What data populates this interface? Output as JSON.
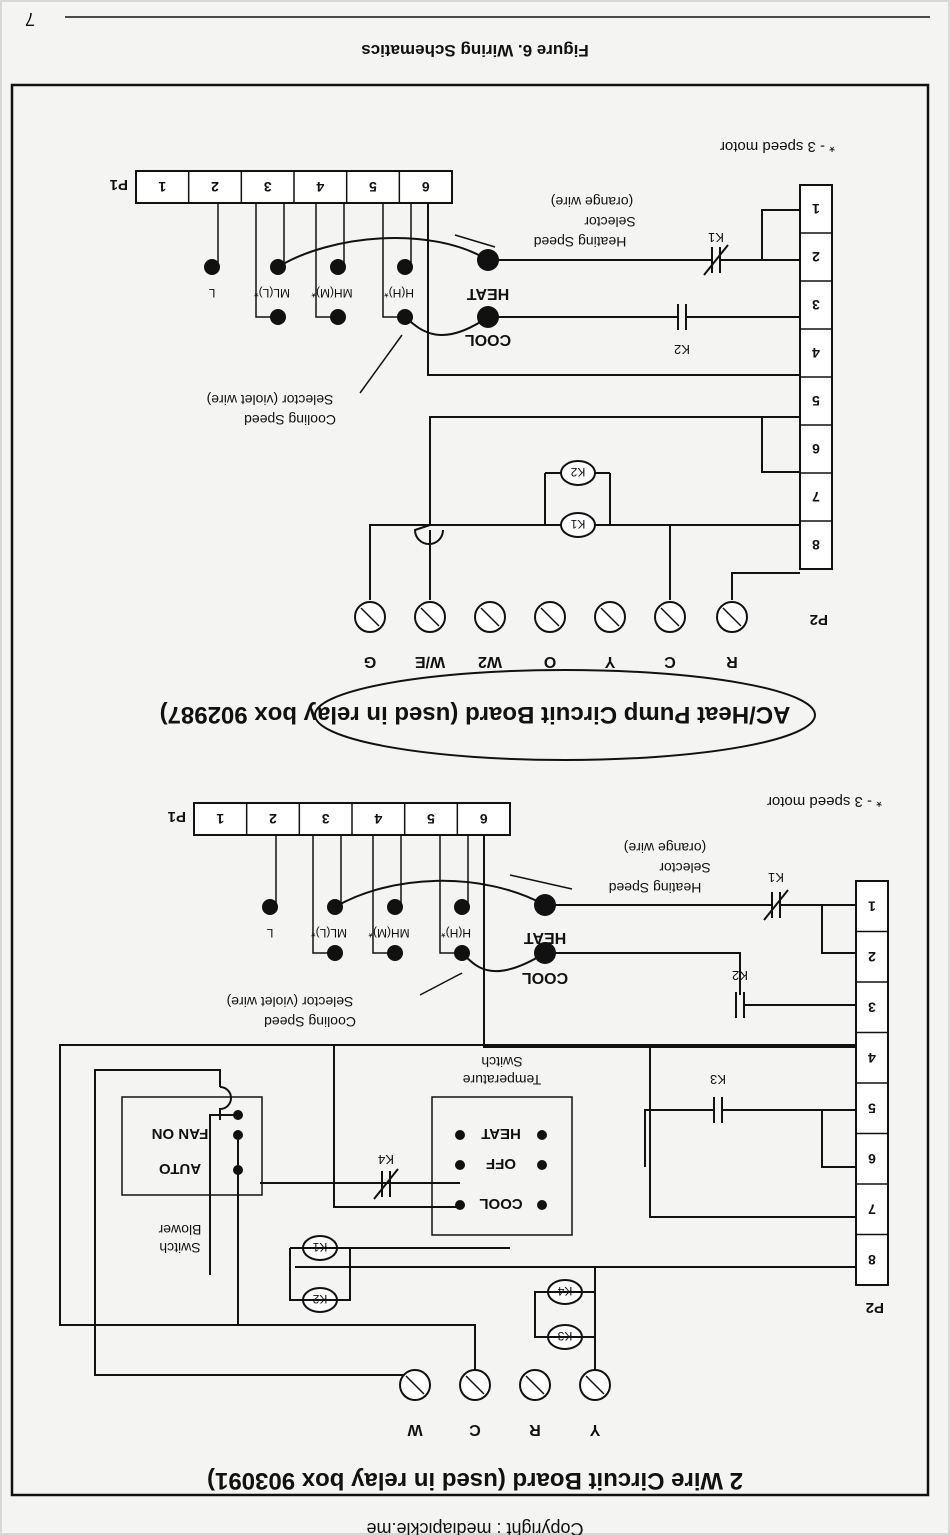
{
  "page_number": "7",
  "figure_caption": "Figure 6. Wiring Schematics",
  "watermark": "Copyright : mediapickle.me",
  "boards": [
    {
      "title": "AC/Heat Pump Circuit Board (used in relay box 902987)",
      "footnote": "* - 3 speed motor",
      "p1_label": "P1",
      "p1_pins": [
        "1",
        "2",
        "3",
        "4",
        "5",
        "6"
      ],
      "p2_label": "P2",
      "p2_pins": [
        "1",
        "2",
        "3",
        "4",
        "5",
        "6",
        "7",
        "8"
      ],
      "terminals": [
        "R",
        "C",
        "Y",
        "O",
        "W2",
        "W/E",
        "G"
      ],
      "speed_taps": [
        "L",
        "ML(L)*",
        "MH(M)*",
        "H(H)*"
      ],
      "heat_label": "HEAT",
      "cool_label": "COOL",
      "heating_selector": [
        "Heating Speed",
        "Selector",
        "(orange wire)"
      ],
      "cooling_selector": [
        "Cooling Speed",
        "Selector (violet wire)"
      ],
      "relays": [
        "K1",
        "K2"
      ]
    },
    {
      "title": "2 Wire Circuit Board (used in relay box 903091)",
      "footnote": "* - 3 speed motor",
      "p1_label": "P1",
      "p1_pins": [
        "1",
        "2",
        "3",
        "4",
        "5",
        "6"
      ],
      "p2_label": "P2",
      "p2_pins": [
        "1",
        "2",
        "3",
        "4",
        "5",
        "6",
        "7",
        "8"
      ],
      "terminals": [
        "Y",
        "R",
        "C",
        "W"
      ],
      "speed_taps": [
        "L",
        "ML(L)*",
        "MH(M)*",
        "H(H)*"
      ],
      "heat_label": "HEAT",
      "cool_label": "COOL",
      "heating_selector": [
        "Heating Speed",
        "Selector",
        "(orange wire)"
      ],
      "cooling_selector": [
        "Cooling Speed",
        "Selector (violet wire)"
      ],
      "temperature_switch": {
        "title": [
          "Temperature",
          "Switch"
        ],
        "positions": [
          "HEAT",
          "OFF",
          "COOL"
        ]
      },
      "blower_switch": {
        "title": [
          "Blower",
          "Switch"
        ],
        "positions": [
          "FAN ON",
          "AUTO"
        ]
      },
      "relays": [
        "K1",
        "K2",
        "K3",
        "K4"
      ]
    }
  ]
}
